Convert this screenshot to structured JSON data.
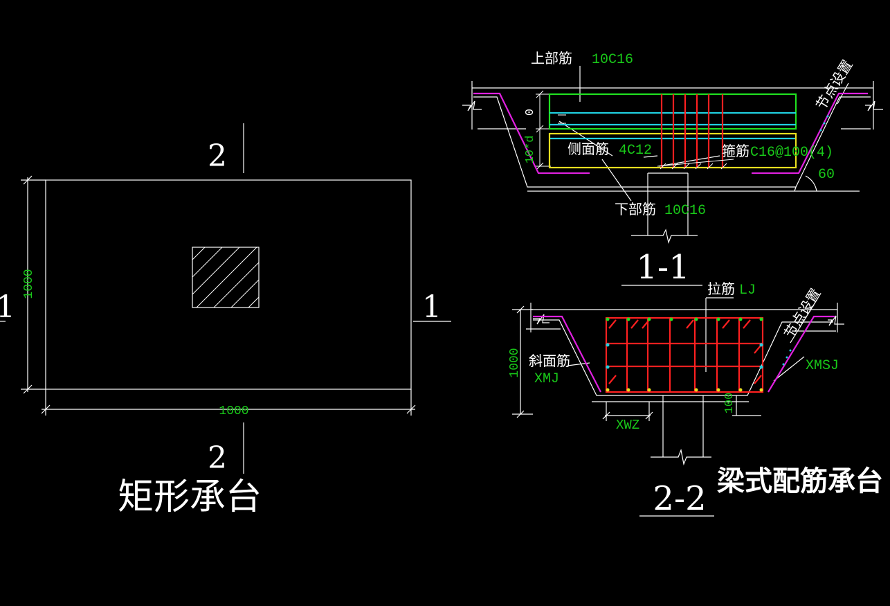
{
  "plan": {
    "title": "矩形承台",
    "section_top": "2",
    "section_bottom": "2",
    "section_right": "1",
    "section_left": "1",
    "dim_height": "1000",
    "dim_width": "1000"
  },
  "section11": {
    "title": "1-1",
    "top_bar_label": "上部筋",
    "top_bar_value": "10C16",
    "side_bar_label": "侧面筋",
    "side_bar_value": "4C12",
    "stirrup_label": "箍筋",
    "stirrup_value": "C16@100(4)",
    "bottom_bar_label": "下部筋",
    "bottom_bar_value": "10C16",
    "node_note": "节点设置",
    "angle": "60",
    "dim_zero": "0",
    "dim_10d": "10*d"
  },
  "section22": {
    "title": "2-2",
    "tie_label": "拉筋",
    "tie_value": "LJ",
    "slope_label": "斜面筋",
    "slope_value": "XMJ",
    "xmsj": "XMSJ",
    "xwz": "XWZ",
    "node_note": "节点设置",
    "dim_height": "1000",
    "dim_100": "100"
  },
  "caption": "梁式配筋承台",
  "colors": {
    "background": "#000000",
    "line": "#ffffff",
    "dim_text": "#19c819",
    "rebar_red": "#ff2020",
    "rebar_cyan": "#20d0e0",
    "rebar_green": "#20e020",
    "rebar_yellow": "#e8e020",
    "rebar_magenta": "#e020e0"
  }
}
